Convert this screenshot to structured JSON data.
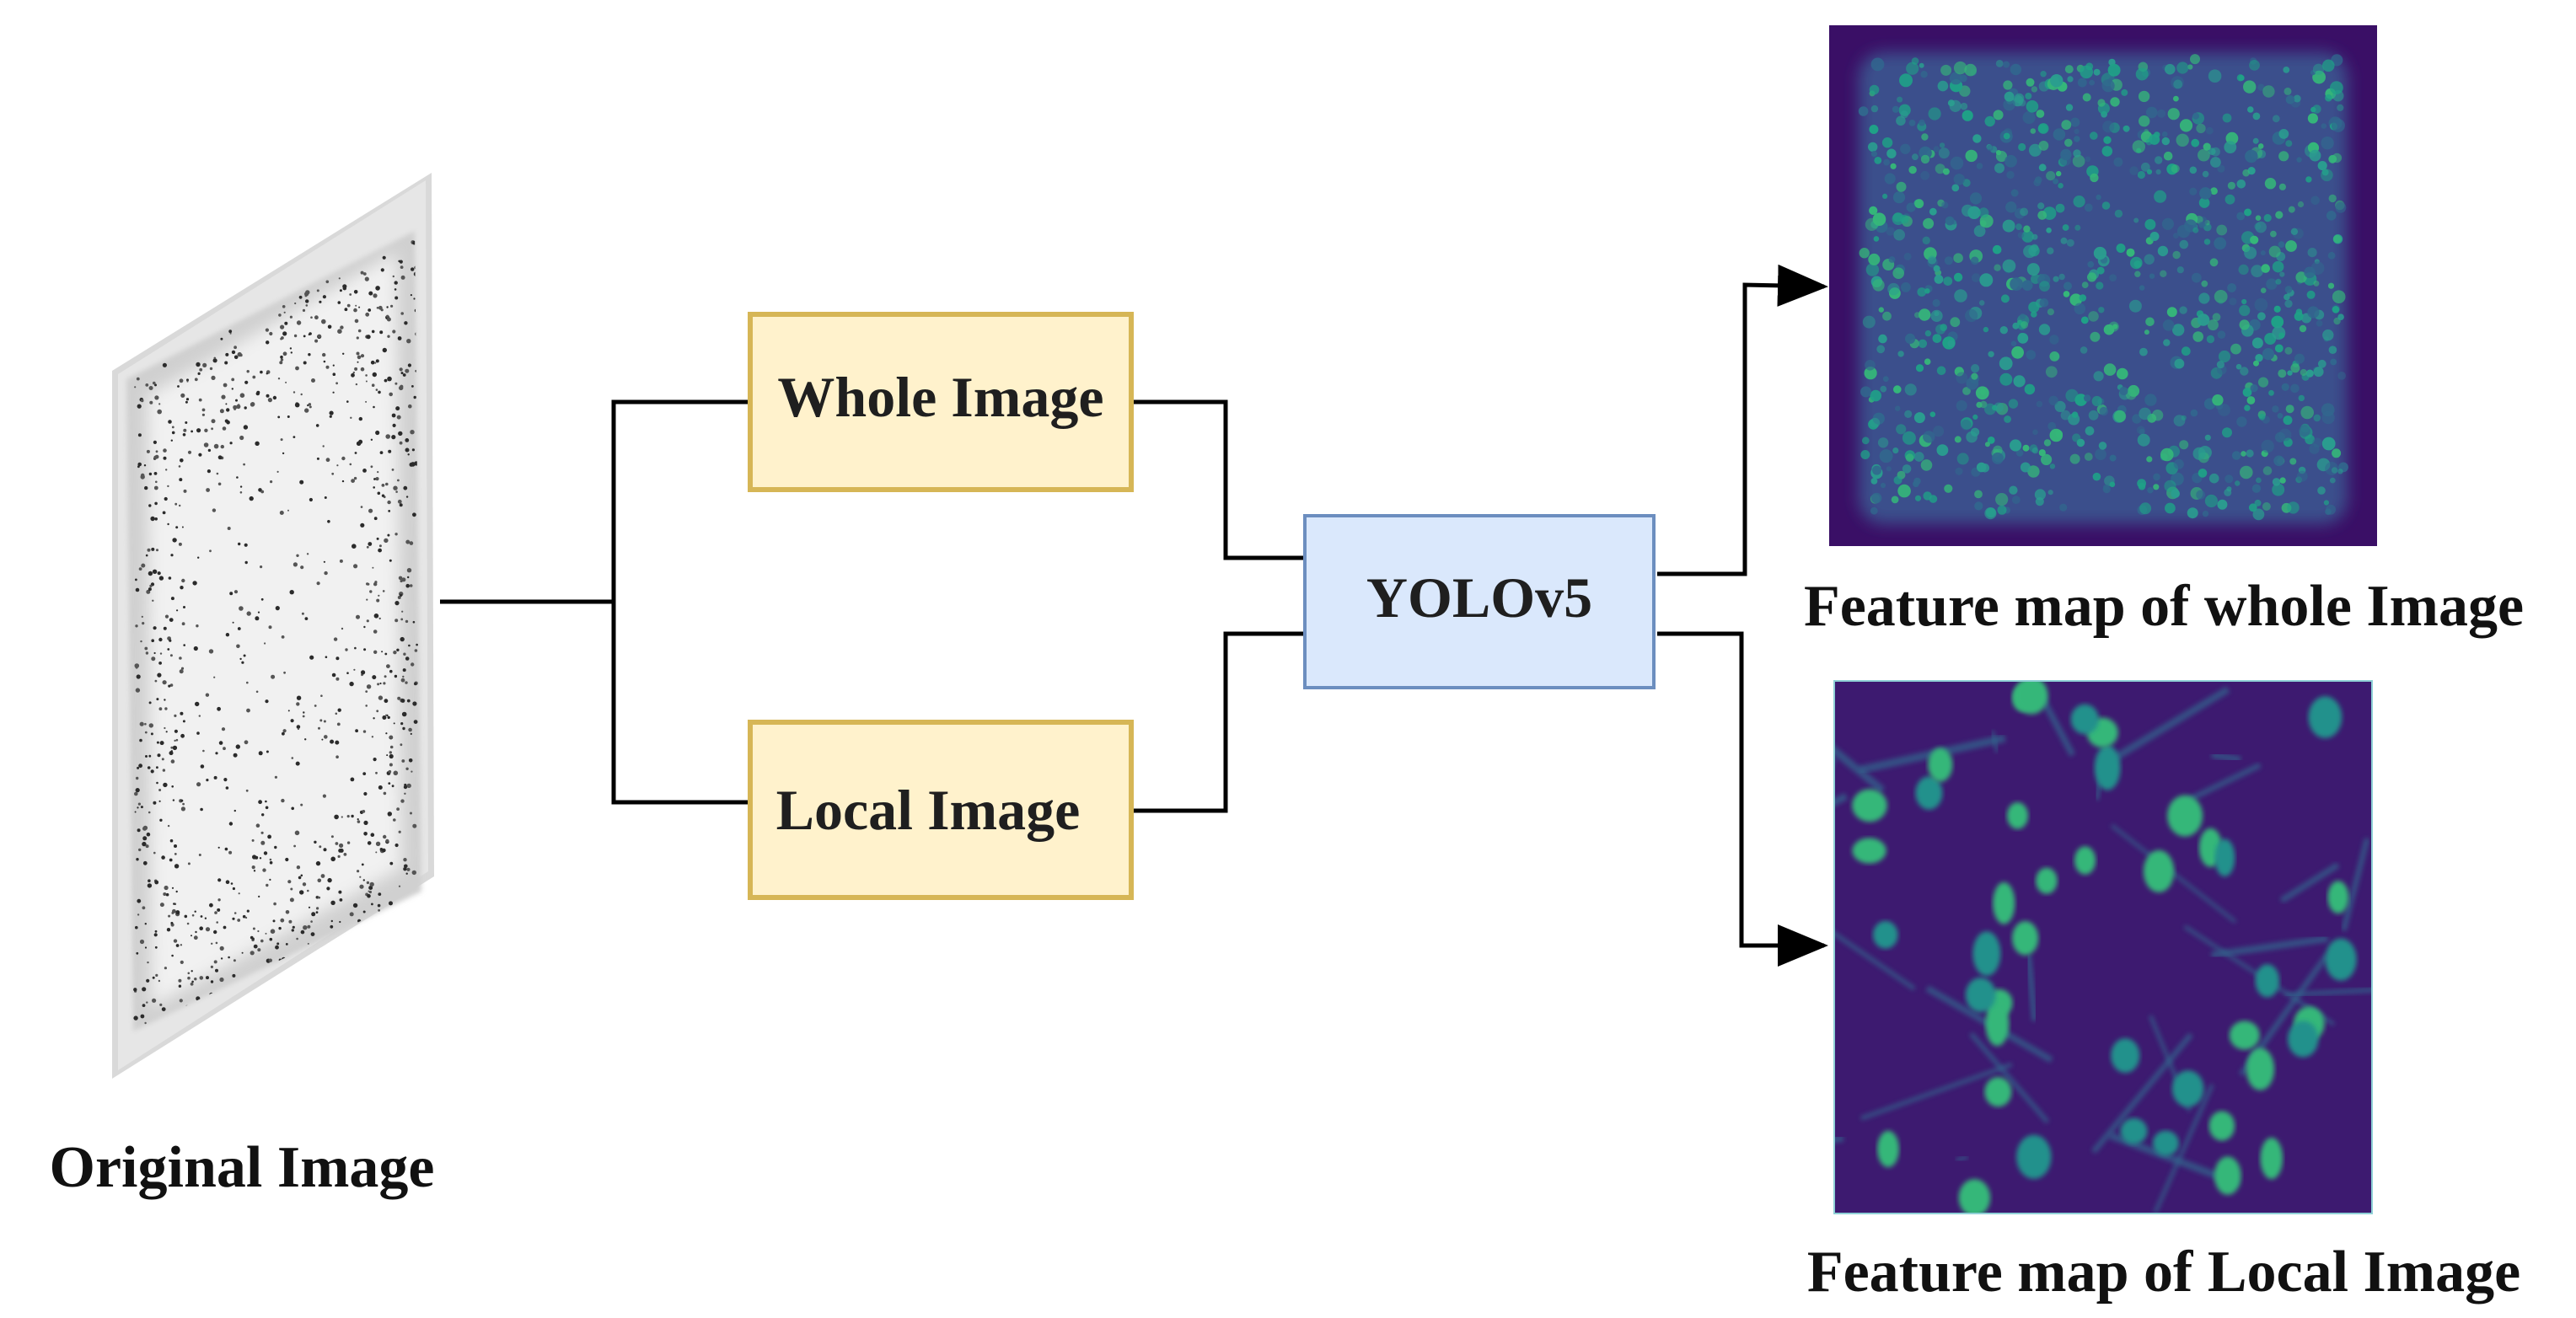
{
  "diagram": {
    "nodes": {
      "whole_image": {
        "label": "Whole Image",
        "fill": "#fff2cc",
        "stroke": "#d6b656"
      },
      "local_image": {
        "label": "Local Image",
        "fill": "#fff2cc",
        "stroke": "#d6b656"
      },
      "yolo": {
        "label": "YOLOv5",
        "fill": "#dae8fc",
        "stroke": "#6c8ebf"
      }
    },
    "captions": {
      "original": "Original Image",
      "feature_whole": "Feature map of whole Image",
      "feature_local": "Feature map of Local Image"
    },
    "colors": {
      "feature_bg": "#3a0f66",
      "feature_mid": "#31688e",
      "feature_high": "#35b779",
      "edge": "#000000"
    }
  }
}
